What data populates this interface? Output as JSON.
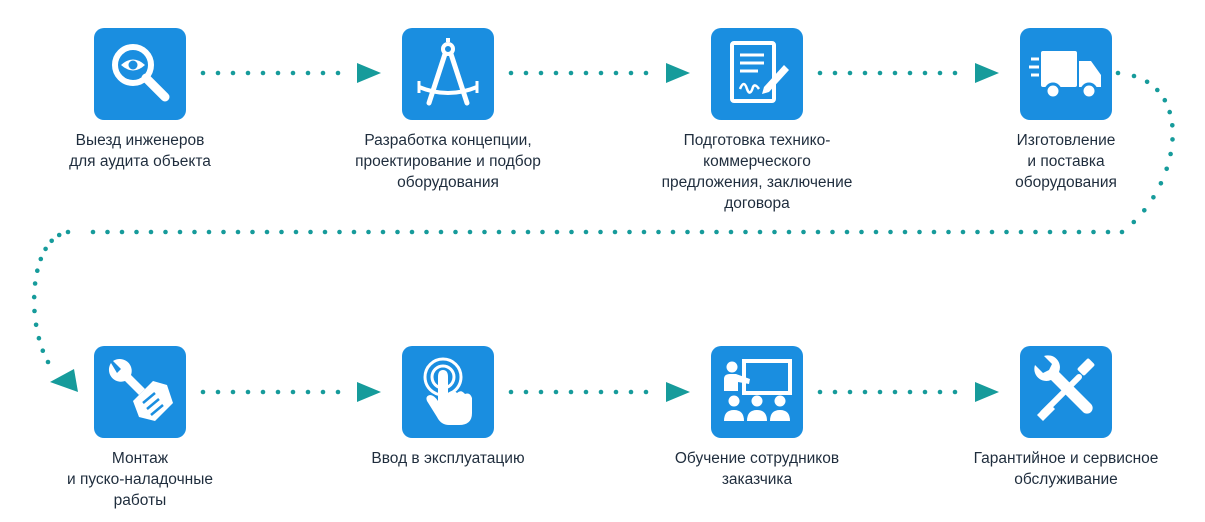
{
  "accent_color": "#1a8ee0",
  "connector_color": "#169b9b",
  "steps": [
    {
      "label": "Выезд инженеров\nдля аудита объекта",
      "icon": "magnifier-eye-icon"
    },
    {
      "label": "Разработка концепции,\nпроектирование и подбор\nоборудования",
      "icon": "drafting-compass-icon"
    },
    {
      "label": "Подготовка технико-коммерческого\nпредложения, заключение\nдоговора",
      "icon": "contract-signature-icon"
    },
    {
      "label": "Изготовление\nи поставка\nоборудования",
      "icon": "delivery-truck-icon"
    },
    {
      "label": "Монтаж\nи пуско-наладочные\nработы",
      "icon": "wrench-hand-icon"
    },
    {
      "label": "Ввод в эксплуатацию",
      "icon": "touch-finger-icon"
    },
    {
      "label": "Обучение сотрудников\nзаказчика",
      "icon": "classroom-icon"
    },
    {
      "label": "Гарантийное и сервисное\nобслуживание",
      "icon": "wrench-screwdriver-icon"
    }
  ]
}
